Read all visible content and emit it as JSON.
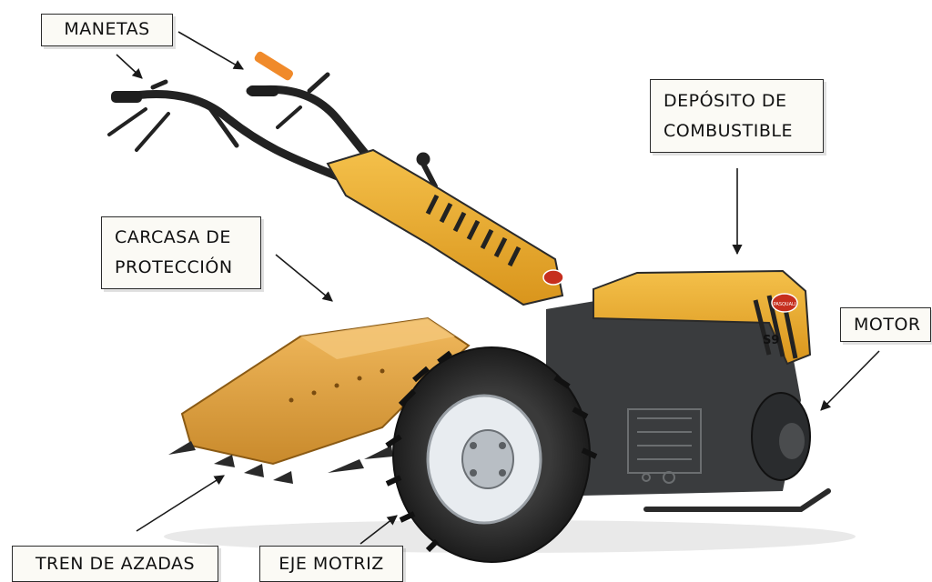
{
  "labels": {
    "manetas": "MANETAS",
    "deposito": "DEPÓSITO DE\nCOMBUSTIBLE",
    "carcasa": "CARCASA DE\nPROTECCIÓN",
    "motor": "MOTOR",
    "tren": "TREN DE AZADAS",
    "eje": "EJE MOTRIZ"
  },
  "machine": {
    "badge_text": "PASQUALI",
    "model_text": "S9"
  },
  "colors": {
    "body_yellow": "#e9a92a",
    "tiller_orange": "#e3a546",
    "tire_dark": "#2a2a2a",
    "engine_dark": "#3a3c3e",
    "rim_white": "#e8ecf0",
    "grip_orange": "#f08a2a"
  }
}
